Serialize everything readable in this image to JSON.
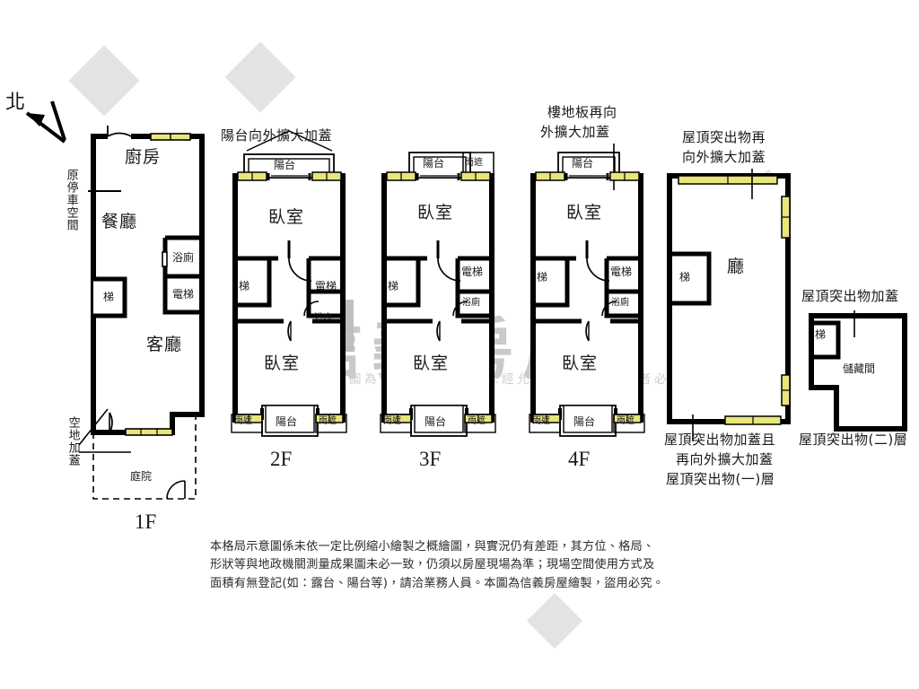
{
  "document": {
    "type": "floor-plan",
    "compass_label": "北",
    "disclaimer_lines": [
      "本格局示意圖係未依一定比例縮小繪製之概繪圖，與實況仍有差距，其方位、格局、",
      "形狀等與地政機關測量成果圖未必一致，仍須以房屋現場為準；現場空間使用方式及",
      "面積有無登記(如：露台、陽台等)，請洽業務人員。本圖為信義房屋繪製，盜用必究。"
    ]
  },
  "watermark": {
    "brand": "信義房屋",
    "subtext": "本格局圖為信義房屋繪製，未經允許請勿盜用，違者必究",
    "color": "#c9c9c9"
  },
  "colors": {
    "wall": "#000000",
    "window": "#e8e57a",
    "window_stroke": "#000000",
    "text": "#1a1a1a",
    "dashed": "#000000"
  },
  "floors": [
    {
      "id": "1F",
      "label": "1F",
      "annotations": [
        {
          "name": "original-parking-space",
          "text": "原停車空間",
          "orientation": "vertical"
        },
        {
          "name": "vacant-land-cover",
          "text": "空地加蓋",
          "orientation": "vertical"
        }
      ],
      "rooms": [
        {
          "name": "kitchen",
          "label": "廚房",
          "size": "large"
        },
        {
          "name": "dining-room",
          "label": "餐廳",
          "size": "large"
        },
        {
          "name": "living-room",
          "label": "客廳",
          "size": "large"
        },
        {
          "name": "bathroom",
          "label": "浴廁",
          "size": "small"
        },
        {
          "name": "elevator",
          "label": "電梯",
          "size": "small"
        },
        {
          "name": "stairs",
          "label": "梯",
          "size": "small"
        },
        {
          "name": "courtyard",
          "label": "庭院",
          "size": "small"
        }
      ]
    },
    {
      "id": "2F",
      "label": "2F",
      "annotations": [
        {
          "name": "balcony-expansion-cover",
          "text": "陽台向外擴大加蓋",
          "orientation": "horizontal"
        }
      ],
      "rooms": [
        {
          "name": "balcony-top",
          "label": "陽台",
          "size": "small"
        },
        {
          "name": "bedroom-upper",
          "label": "臥室",
          "size": "large"
        },
        {
          "name": "stairs",
          "label": "梯",
          "size": "small"
        },
        {
          "name": "elevator",
          "label": "電梯",
          "size": "small"
        },
        {
          "name": "bathroom",
          "label": "浴廁",
          "size": "small"
        },
        {
          "name": "bedroom-lower",
          "label": "臥室",
          "size": "large"
        },
        {
          "name": "rain-shelter-left",
          "label": "雨遮",
          "size": "tiny"
        },
        {
          "name": "balcony-bottom",
          "label": "陽台",
          "size": "small"
        },
        {
          "name": "rain-shelter-right",
          "label": "雨遮",
          "size": "tiny"
        }
      ]
    },
    {
      "id": "3F",
      "label": "3F",
      "annotations": [],
      "rooms": [
        {
          "name": "balcony-top",
          "label": "陽台",
          "size": "small"
        },
        {
          "name": "rain-shelter-top",
          "label": "雨遮",
          "size": "tiny"
        },
        {
          "name": "bedroom-upper",
          "label": "臥室",
          "size": "large"
        },
        {
          "name": "stairs",
          "label": "梯",
          "size": "small"
        },
        {
          "name": "elevator",
          "label": "電梯",
          "size": "small"
        },
        {
          "name": "bathroom",
          "label": "浴廁",
          "size": "small"
        },
        {
          "name": "bedroom-lower",
          "label": "臥室",
          "size": "large"
        },
        {
          "name": "rain-shelter-left",
          "label": "雨遮",
          "size": "tiny"
        },
        {
          "name": "balcony-bottom",
          "label": "陽台",
          "size": "small"
        },
        {
          "name": "rain-shelter-right",
          "label": "雨遮",
          "size": "tiny"
        }
      ]
    },
    {
      "id": "4F",
      "label": "4F",
      "annotations": [
        {
          "name": "floor-slab-expansion-cover",
          "text": "樓地板再向外擴大加蓋",
          "orientation": "horizontal"
        }
      ],
      "rooms": [
        {
          "name": "balcony-top",
          "label": "陽台",
          "size": "small"
        },
        {
          "name": "bedroom-upper",
          "label": "臥室",
          "size": "large"
        },
        {
          "name": "stairs",
          "label": "梯",
          "size": "small"
        },
        {
          "name": "elevator",
          "label": "電梯",
          "size": "small"
        },
        {
          "name": "bathroom",
          "label": "浴廁",
          "size": "small"
        },
        {
          "name": "bedroom-lower",
          "label": "臥室",
          "size": "large"
        },
        {
          "name": "rain-shelter-left",
          "label": "雨遮",
          "size": "tiny"
        },
        {
          "name": "balcony-bottom",
          "label": "陽台",
          "size": "small"
        },
        {
          "name": "rain-shelter-right",
          "label": "雨遮",
          "size": "tiny"
        }
      ]
    },
    {
      "id": "RF1",
      "label": "屋頂突出物(一)層",
      "annotations": [
        {
          "name": "roof-protrusion-expansion-cover",
          "text": "屋頂突出物再向外擴大加蓋",
          "orientation": "horizontal"
        },
        {
          "name": "roof-protrusion-cover-and-expansion",
          "text": "屋頂突出物加蓋且再向外擴大加蓋",
          "orientation": "horizontal"
        }
      ],
      "rooms": [
        {
          "name": "stairs",
          "label": "梯",
          "size": "small"
        },
        {
          "name": "hall",
          "label": "廳",
          "size": "large"
        }
      ]
    },
    {
      "id": "RF2",
      "label": "屋頂突出物(二)層",
      "annotations": [
        {
          "name": "roof-protrusion-cover",
          "text": "屋頂突出物加蓋",
          "orientation": "horizontal"
        }
      ],
      "rooms": [
        {
          "name": "stairs",
          "label": "梯",
          "size": "small"
        },
        {
          "name": "storage-room",
          "label": "儲藏間",
          "size": "large"
        }
      ]
    }
  ],
  "annotation_texts": {
    "balcony_expansion": {
      "line1": "陽台向外擴大加蓋"
    },
    "floor_slab_expansion": {
      "line1": "樓地板再向",
      "line2": "外擴大加蓋"
    },
    "roof_protrusion_expansion": {
      "line1": "屋頂突出物再",
      "line2": "向外擴大加蓋"
    },
    "roof_protrusion_cover_expansion": {
      "line1": "屋頂突出物加蓋且",
      "line2": "再向外擴大加蓋",
      "line3": "屋頂突出物(一)層"
    },
    "roof_protrusion_cover": {
      "line1": "屋頂突出物加蓋",
      "line2": "屋頂突出物(二)層"
    },
    "original_parking": "原停車空間",
    "vacant_land_cover": "空地加蓋"
  }
}
